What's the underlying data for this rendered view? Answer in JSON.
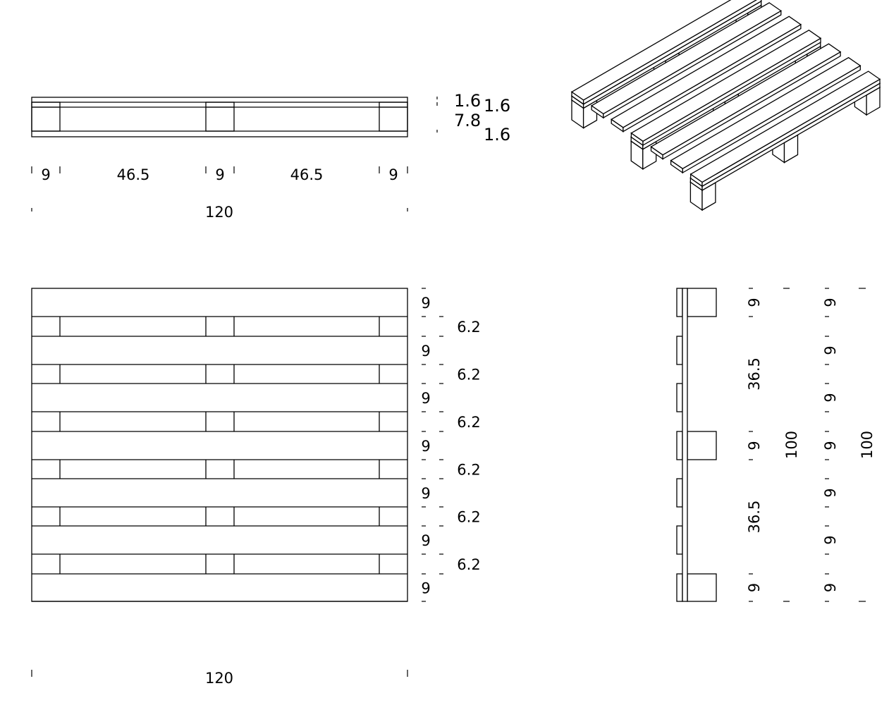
{
  "front_view": {
    "heights": [
      "1.6",
      "1.6",
      "7.8",
      "1.6"
    ],
    "widths": [
      "9",
      "46.5",
      "9",
      "46.5",
      "9"
    ],
    "total": "120"
  },
  "top_view": {
    "board_widths": [
      "9",
      "9",
      "9",
      "9",
      "9",
      "9",
      "9"
    ],
    "gap_widths": [
      "6.2",
      "6.2",
      "6.2",
      "6.2",
      "6.2",
      "6.2"
    ],
    "total": "120"
  },
  "side_view": {
    "block_col": [
      "9",
      "36.5",
      "9",
      "36.5",
      "9"
    ],
    "block_total": "100",
    "board_col": [
      "9",
      "9",
      "9",
      "9",
      "9",
      "9",
      "9"
    ],
    "board_total": "100"
  }
}
